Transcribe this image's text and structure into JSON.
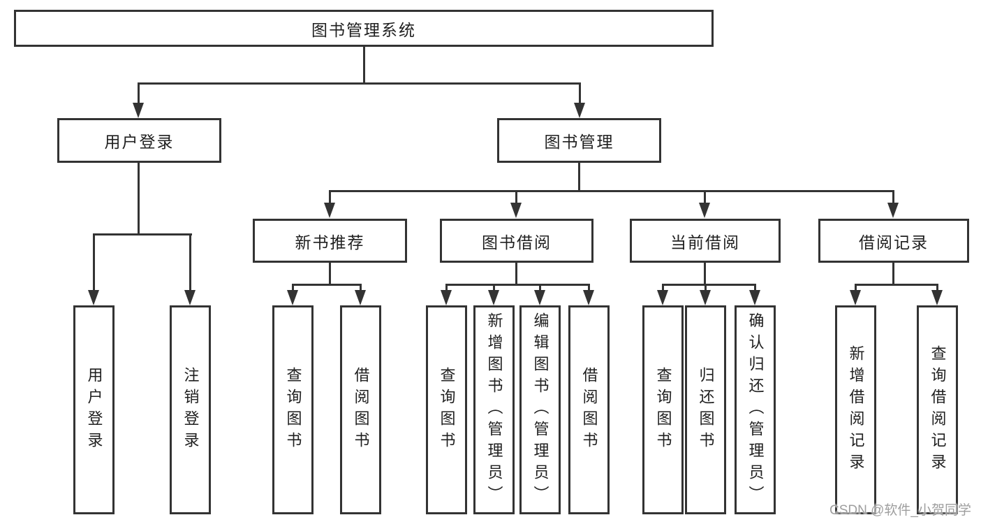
{
  "theme": {
    "background": "#ffffff",
    "line_color": "#333333",
    "box_border_color": "#333333",
    "text_color": "#1f1f1f",
    "watermark_color": "#9e9e9e"
  },
  "watermark": {
    "text": "CSDN @软件_小贺同学"
  },
  "nodes": {
    "root": {
      "label": "图书管理系统"
    },
    "user_login": {
      "label": "用户登录"
    },
    "book_management": {
      "label": "图书管理"
    },
    "new_book_recommend": {
      "label": "新书推荐"
    },
    "book_borrow": {
      "label": "图书借阅"
    },
    "current_borrow": {
      "label": "当前借阅"
    },
    "borrow_record": {
      "label": "借阅记录"
    },
    "leaf_user_login": {
      "label": "用户登录"
    },
    "leaf_logout_login": {
      "label": "注销登录"
    },
    "leaf_query_book_recommend": {
      "label": "查询图书"
    },
    "leaf_borrow_book_recommend": {
      "label": "借阅图书"
    },
    "leaf_query_book_borrow": {
      "label": "查询图书"
    },
    "leaf_add_book_admin": {
      "label": "新增图书（管理员）"
    },
    "leaf_edit_book_admin": {
      "label": "编辑图书（管理员）"
    },
    "leaf_borrow_book_borrow": {
      "label": "借阅图书"
    },
    "leaf_query_book_current": {
      "label": "查询图书"
    },
    "leaf_return_book": {
      "label": "归还图书"
    },
    "leaf_confirm_return_admin": {
      "label": "确认归还（管理员）"
    },
    "leaf_add_borrow_record": {
      "label": "新增借阅记录"
    },
    "leaf_query_borrow_record": {
      "label": "查询借阅记录"
    }
  }
}
